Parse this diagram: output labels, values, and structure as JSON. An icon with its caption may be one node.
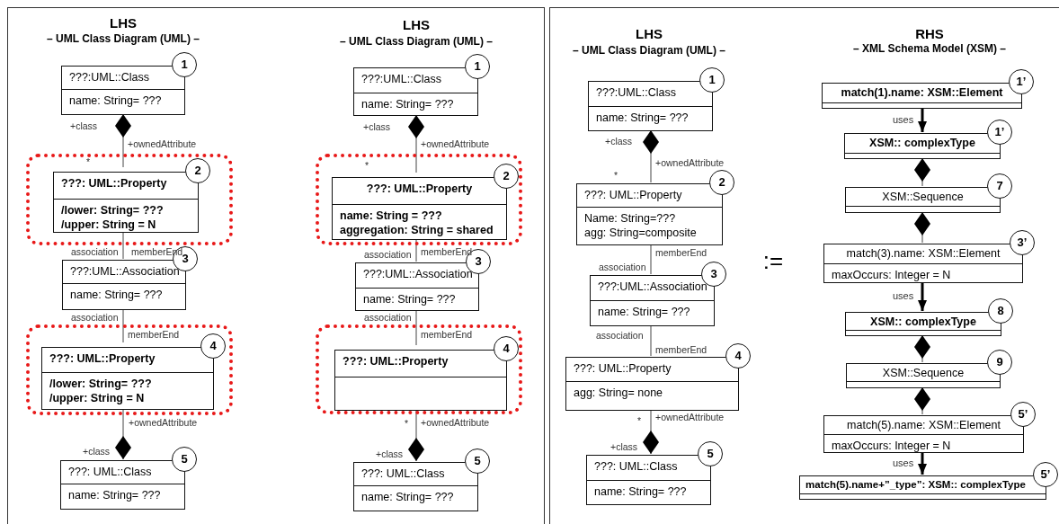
{
  "diagram": {
    "nodes": [
      {
        "text": [],
        "shape": "box"
      },
      {
        "text": [
          "???:UML::Class",
          "name: String= ???"
        ],
        "beside": [
          "1"
        ],
        "in": 0
      },
      {
        "text": [],
        "shape": "box",
        "in": 0
      },
      {
        "text": [
          "???: UML::Property",
          "/lower: String= ??? /upper: String = N"
        ],
        "beside": [
          "2"
        ],
        "in": 2
      },
      {
        "text": [
          "???:UML::Association",
          "name: String= ???"
        ],
        "beside": [
          "3"
        ],
        "in": 0
      },
      {
        "text": [],
        "shape": "box",
        "in": 0
      },
      {
        "text": [
          "???: UML::Property",
          "/lower: String= ??? /upper: String = N"
        ],
        "beside": [
          "4"
        ],
        "in": 5
      },
      {
        "text": [
          "???: UML::Class",
          "name: String= ???"
        ],
        "beside": [
          "5"
        ],
        "in": 0
      },
      {
        "text": [
          "???:UML::Class",
          "name: String= ???"
        ],
        "beside": [
          "1"
        ],
        "in": 0
      },
      {
        "text": [],
        "shape": "box",
        "in": 0
      },
      {
        "text": [
          "???: UML::Property",
          "name: String = ??? aggregation: String = shared"
        ],
        "beside": [
          "2"
        ],
        "in": 9
      },
      {
        "text": [
          "???:UML::Association",
          "name: String= ???"
        ],
        "beside": [
          "3"
        ],
        "in": 0
      },
      {
        "text": [],
        "shape": "box",
        "in": 0
      },
      {
        "text": [
          "???: UML::Property"
        ],
        "beside": [
          "4"
        ],
        "in": 12
      },
      {
        "text": [
          "???: UML::Class",
          "name: String= ???"
        ],
        "beside": [
          "5"
        ],
        "in": 0
      },
      {
        "text": [],
        "shape": "box"
      },
      {
        "text": [
          "???:UML::Class",
          "name: String= ???"
        ],
        "beside": [
          "1"
        ],
        "in": 15
      },
      {
        "text": [
          "???: UML::Property",
          "Name: String=??? agg: String=composite"
        ],
        "beside": [
          "2"
        ],
        "in": 15
      },
      {
        "text": [
          "???:UML::Association",
          "name: String= ???"
        ],
        "beside": [
          "3"
        ],
        "in": 15
      },
      {
        "text": [
          "???: UML::Property",
          "agg: String= none"
        ],
        "beside": [
          "4"
        ],
        "in": 15
      },
      {
        "text": [
          "???: UML::Class",
          "name: String= ???"
        ],
        "beside": [
          "5"
        ],
        "in": 15
      },
      {
        "text": [
          "match(1).name: XSM::Element"
        ],
        "beside": [
          "1’"
        ],
        "in": 15
      },
      {
        "text": [
          "XSM:: complexType"
        ],
        "beside": [
          "1’"
        ],
        "in": 15
      },
      {
        "text": [
          "XSM::Sequence"
        ],
        "beside": [
          "7"
        ],
        "in": 15
      },
      {
        "text": [
          "match(3).name: XSM::Element",
          "maxOccurs: Integer = N"
        ],
        "beside": [
          "3’"
        ],
        "in": 15
      },
      {
        "text": [
          "XSM:: complexType"
        ],
        "beside": [
          "8"
        ],
        "in": 15
      },
      {
        "text": [
          "XSM::Sequence"
        ],
        "beside": [
          "9"
        ],
        "in": 15
      },
      {
        "text": [
          "match(5).name: XSM::Element",
          "maxOccurs: Integer = N"
        ],
        "beside": [
          "5’"
        ],
        "in": 15
      },
      {
        "text": [
          "match(5).name+”_type”: XSM:: complexType"
        ],
        "beside": [
          "5’"
        ],
        "in": 15
      }
    ],
    "edges": [
      {
        "from": 1,
        "to": 3,
        "arrow": "other"
      },
      {
        "from": 3,
        "to": 4,
        "arrow": "none"
      },
      {
        "from": 4,
        "to": 6,
        "arrow": "none"
      },
      {
        "from": 7,
        "to": 6,
        "arrow": "other"
      },
      {
        "from": 8,
        "to": 10,
        "arrow": "other"
      },
      {
        "from": 10,
        "to": 11,
        "arrow": "none"
      },
      {
        "from": 11,
        "to": 13,
        "arrow": "none"
      },
      {
        "from": 14,
        "to": 13,
        "arrow": "other"
      },
      {
        "from": 16,
        "to": 17,
        "arrow": "other"
      },
      {
        "from": 17,
        "to": 18,
        "arrow": "none"
      },
      {
        "from": 18,
        "to": 19,
        "arrow": "none"
      },
      {
        "from": 20,
        "to": 19,
        "arrow": "other"
      },
      {
        "from": 21,
        "to": 22,
        "arrow": "to",
        "label": "uses",
        "style": "thick"
      },
      {
        "from": 22,
        "to": 23,
        "arrow": "other"
      },
      {
        "from": 23,
        "to": 24,
        "arrow": "other"
      },
      {
        "from": 24,
        "to": 25,
        "arrow": "to",
        "label": "uses",
        "style": "thick"
      },
      {
        "from": 25,
        "to": 26,
        "arrow": "other"
      },
      {
        "from": 26,
        "to": 27,
        "arrow": "other"
      },
      {
        "from": 27,
        "to": 28,
        "arrow": "to",
        "label": "uses",
        "style": "thick"
      }
    ],
    "labels": [
      "LHS",
      "– UML Class Diagram (UML) –",
      "+class",
      "+ownedAttribute",
      "*",
      "memberEnd",
      "association",
      "association",
      "memberEnd",
      "+ownedAttribute",
      "+class",
      "LHS",
      "– UML Class Diagram (UML) –",
      "+class",
      "+ownedAttribute",
      "*",
      "memberEnd",
      "association",
      "association",
      "memberEnd",
      "*",
      "+ownedAttribute",
      "+class",
      "LHS",
      "– UML Class Diagram (UML) –",
      "+class",
      "+ownedAttribute",
      "*",
      "memberEnd",
      "association",
      "association",
      "memberEnd",
      "*",
      "+ownedAttribute",
      "+class",
      "RHS",
      "– XML Schema Model (XSM) –",
      ":="
    ]
  }
}
